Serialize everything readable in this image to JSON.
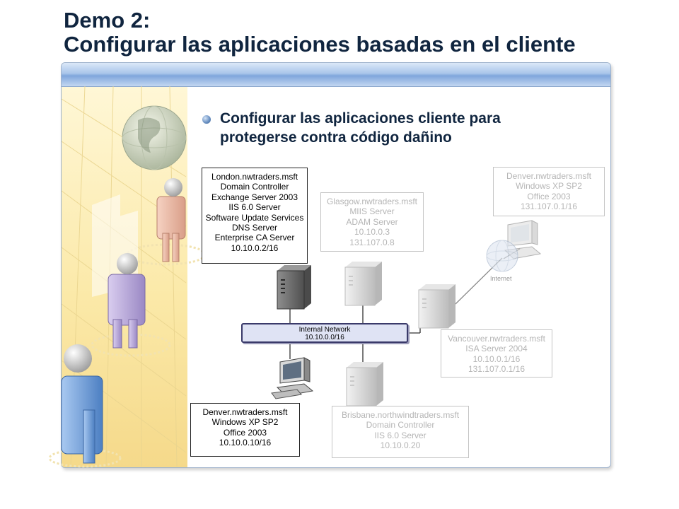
{
  "slide": {
    "title_line1": "Demo 2:",
    "title_line2": "Configurar las aplicaciones basadas en el cliente"
  },
  "bullet": {
    "line1": "Configurar las aplicaciones cliente para",
    "line2": "protegerse contra código dañino"
  },
  "network": {
    "name": "Internal Network",
    "subnet": "10.10.0.0/16"
  },
  "internet": {
    "label": "Internet"
  },
  "nodes": {
    "london": [
      "London.nwtraders.msft",
      "Domain Controller",
      "Exchange Server 2003",
      "IIS 6.0 Server",
      "Software Update Services",
      "DNS Server",
      "Enterprise CA Server",
      "10.10.0.2/16"
    ],
    "glasgow": [
      "Glasgow.nwtraders.msft",
      "MIIS Server",
      "ADAM Server",
      "10.10.0.3",
      "131.107.0.8"
    ],
    "denver_remote": [
      "Denver.nwtraders.msft",
      "Windows XP SP2",
      "Office 2003",
      "131.107.0.1/16"
    ],
    "vancouver": [
      "Vancouver.nwtraders.msft",
      "ISA Server 2004",
      "10.10.0.1/16",
      "131.107.0.1/16"
    ],
    "denver_client": [
      "Denver.nwtraders.msft",
      "Windows XP SP2",
      "Office 2003",
      "10.10.0.10/16"
    ],
    "brisbane": [
      "Brisbane.northwindtraders.msft",
      "Domain Controller",
      "IIS 6.0 Server",
      "10.10.0.20"
    ]
  },
  "colors": {
    "title": "#10253f",
    "frame_bar": "#7fa6dc",
    "faded_text": "#b5b5b5",
    "network_fill": "#dfe3f4"
  },
  "icons": [
    "globe-icon",
    "person-icon",
    "server-icon",
    "workstation-icon",
    "internet-globe-icon",
    "bullet-icon"
  ]
}
